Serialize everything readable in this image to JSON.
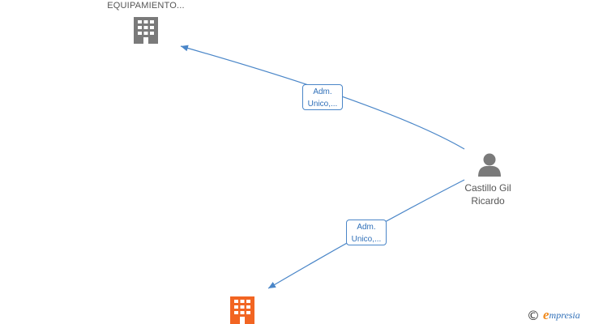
{
  "nodes": {
    "company_top": {
      "label": "EQUIPAMIENTO...",
      "color": "#7a7a7a",
      "icon": "building-icon"
    },
    "person": {
      "name_line1": "Castillo Gil",
      "name_line2": "Ricardo",
      "color": "#7a7a7a",
      "icon": "person-icon"
    },
    "company_bottom": {
      "color": "#f26522",
      "icon": "building-icon"
    }
  },
  "edges": [
    {
      "from": "person",
      "to": "company_top",
      "label_line1": "Adm.",
      "label_line2": "Unico,...",
      "color": "#4a86c8"
    },
    {
      "from": "person",
      "to": "company_bottom",
      "label_line1": "Adm.",
      "label_line2": "Unico,...",
      "color": "#4a86c8"
    }
  ],
  "brand": {
    "symbol": "©",
    "initial": "e",
    "rest": "mpresia",
    "icon": "copyright-icon"
  }
}
